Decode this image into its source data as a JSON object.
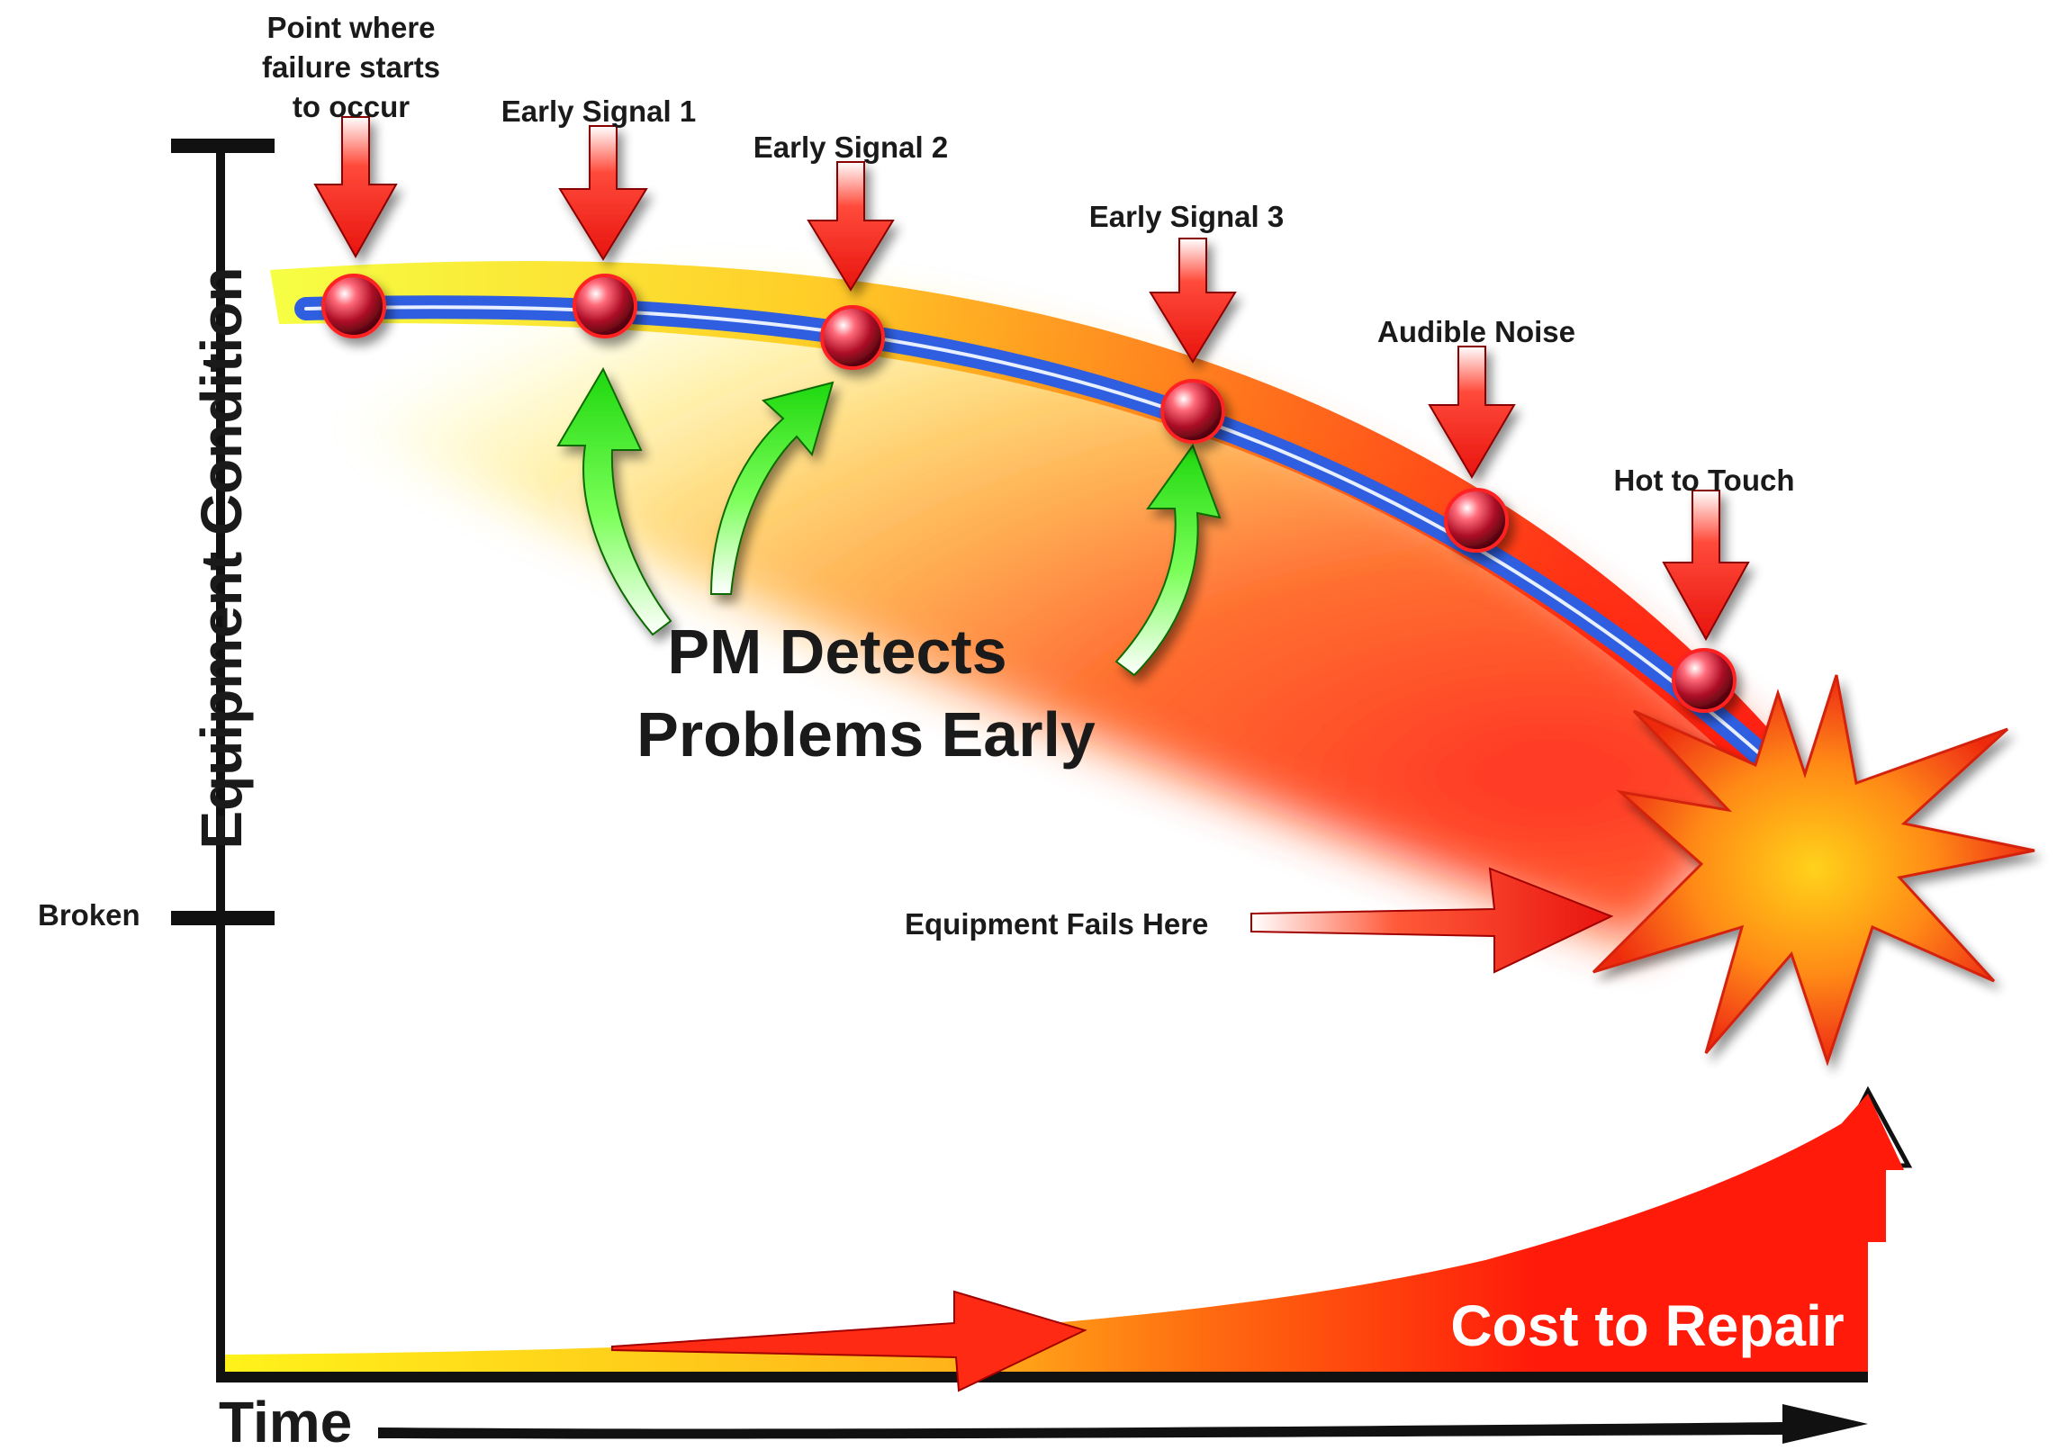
{
  "diagram": {
    "y_axis_label": "Equipment Condition",
    "x_axis_label": "Time",
    "broken_label": "Broken",
    "main_caption": {
      "line1": "PM Detects",
      "line2": "Problems Early"
    },
    "fail_label": "Equipment Fails Here",
    "cost_label": "Cost to Repair",
    "signals": [
      {
        "lines": [
          "Point where",
          "failure starts",
          "to occur"
        ]
      },
      {
        "lines": [
          "Early Signal 1"
        ]
      },
      {
        "lines": [
          "Early Signal 2"
        ]
      },
      {
        "lines": [
          "Early Signal 3"
        ]
      },
      {
        "lines": [
          "Audible Noise"
        ]
      },
      {
        "lines": [
          "Hot to Touch"
        ]
      }
    ],
    "colors": {
      "axis": "#111111",
      "curve": "#2f5fe0",
      "signal_arrow": "#e8140e",
      "detect_arrow": "#2ee81a",
      "burst_outer": "#ee2a10",
      "burst_inner": "#ffd21a",
      "cost_fill": "#ff1a0a"
    }
  }
}
